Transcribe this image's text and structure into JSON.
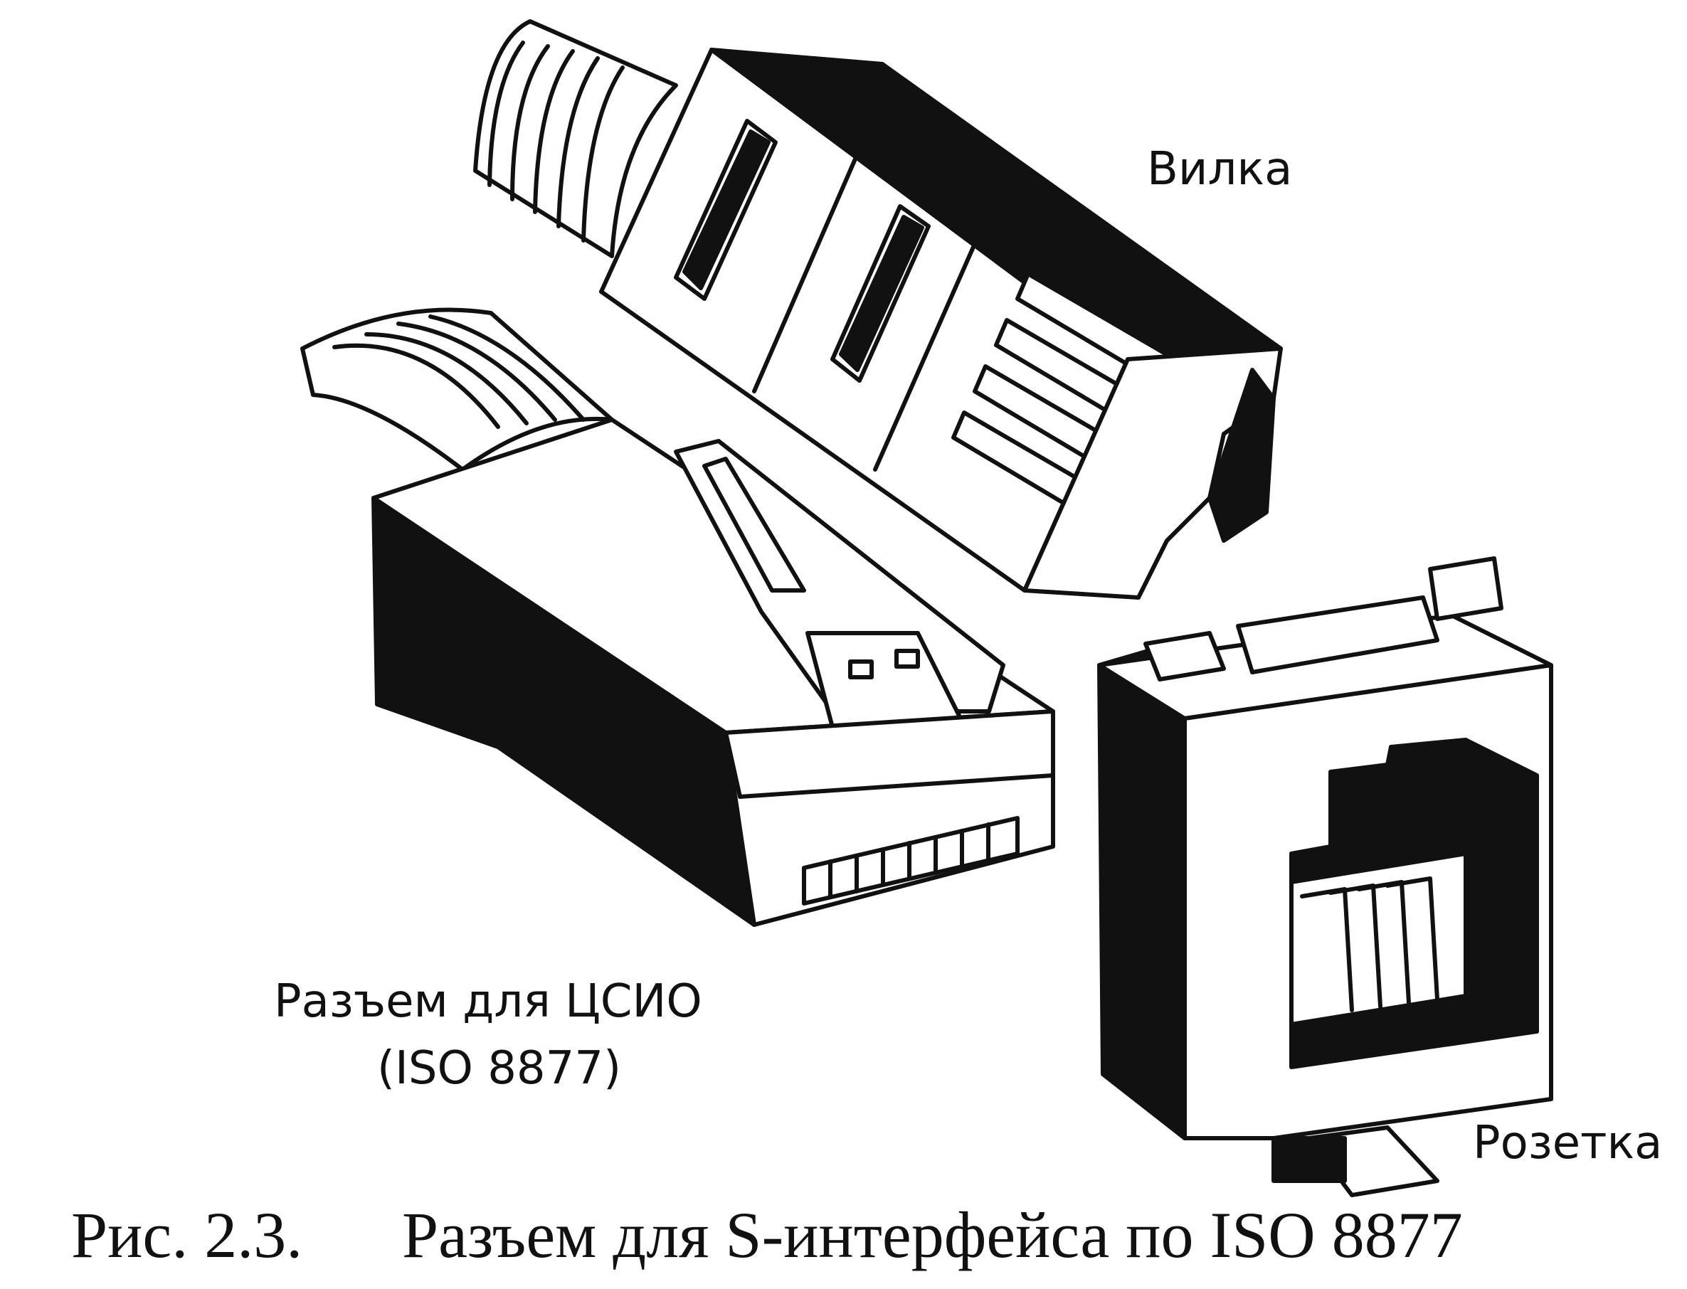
{
  "labels": {
    "plug": "Вилка",
    "isdn_connector_line1": "Разъем для ЦСИО",
    "isdn_connector_line2": "(ISO 8877)",
    "socket": "Розетка"
  },
  "caption": {
    "number": "Рис. 2.3.",
    "text": "Разъем для S-интерфейса по ISO 8877"
  },
  "colors": {
    "ink": "#111111",
    "paper": "#ffffff"
  }
}
